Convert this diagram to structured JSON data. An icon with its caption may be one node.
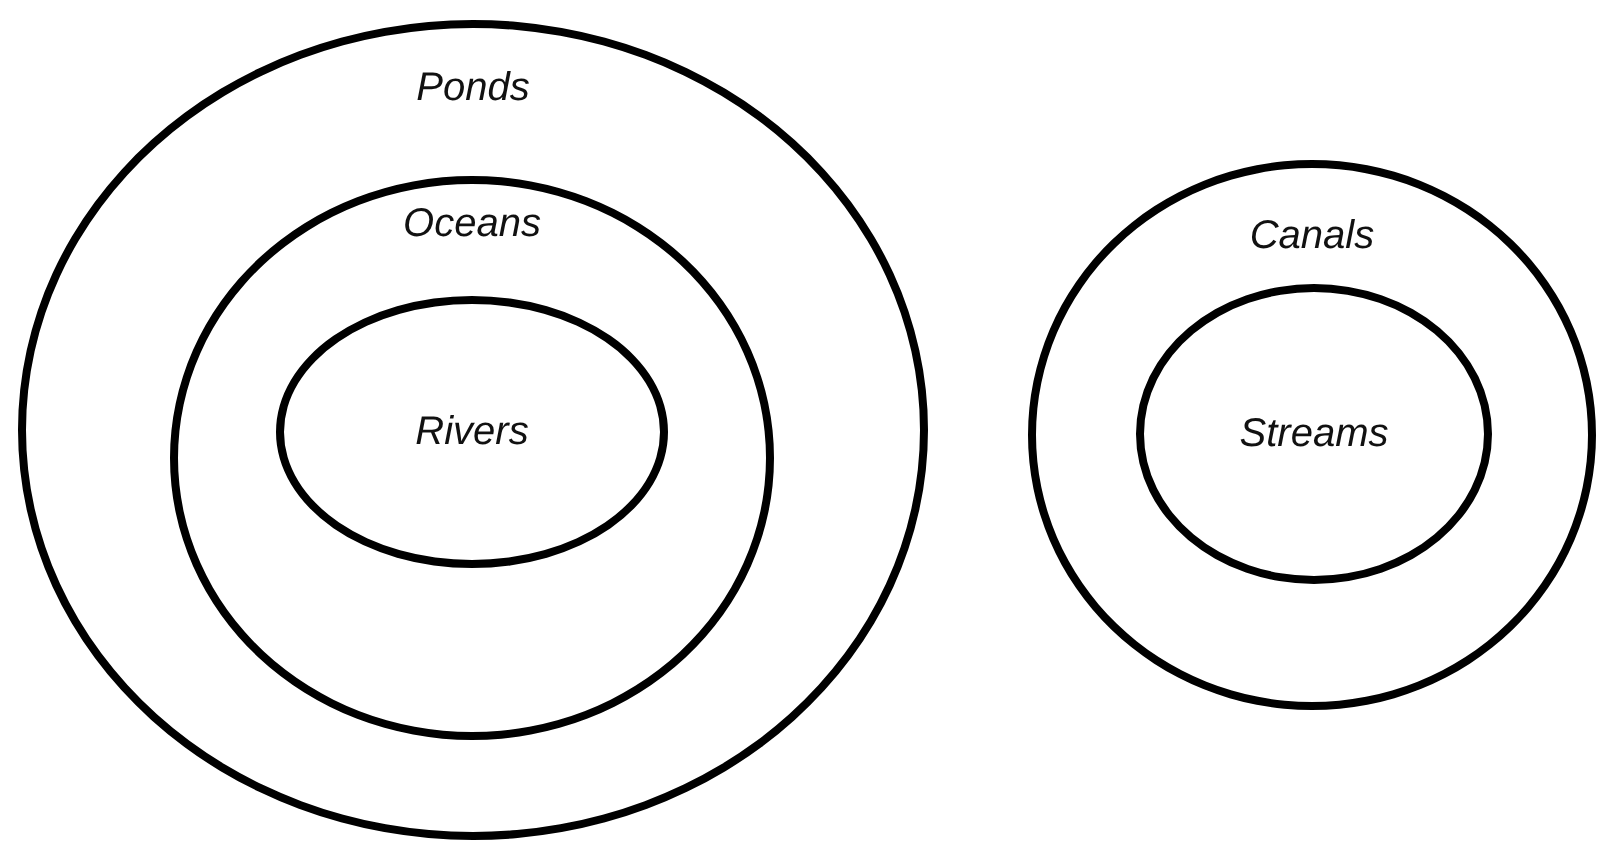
{
  "diagram": {
    "nodes": [
      {
        "text": [
          "Ponds"
        ]
      },
      {
        "text": [
          "Oceans"
        ],
        "in": 0
      },
      {
        "text": [
          "Rivers"
        ],
        "in": 1
      },
      {
        "text": [
          "Canals"
        ]
      },
      {
        "text": [
          "Streams"
        ],
        "in": 3
      }
    ]
  }
}
